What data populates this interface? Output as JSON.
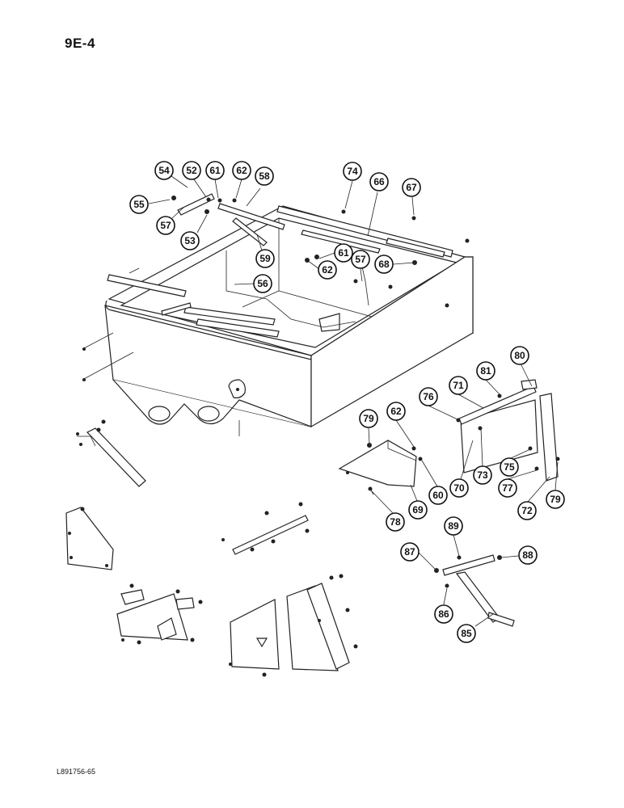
{
  "page": {
    "number": "9E-4",
    "reference": "L891756-65"
  },
  "callouts": [
    {
      "id": "c54",
      "text": "54"
    },
    {
      "id": "c52",
      "text": "52"
    },
    {
      "id": "c61a",
      "text": "61"
    },
    {
      "id": "c62a",
      "text": "62"
    },
    {
      "id": "c58",
      "text": "58"
    },
    {
      "id": "c55",
      "text": "55"
    },
    {
      "id": "c57a",
      "text": "57"
    },
    {
      "id": "c53",
      "text": "53"
    },
    {
      "id": "c59",
      "text": "59"
    },
    {
      "id": "c56",
      "text": "56"
    },
    {
      "id": "c74",
      "text": "74"
    },
    {
      "id": "c66",
      "text": "66"
    },
    {
      "id": "c67",
      "text": "67"
    },
    {
      "id": "c61b",
      "text": "61"
    },
    {
      "id": "c62b",
      "text": "62"
    },
    {
      "id": "c57b",
      "text": "57"
    },
    {
      "id": "c68",
      "text": "68"
    },
    {
      "id": "c80",
      "text": "80"
    },
    {
      "id": "c81",
      "text": "81"
    },
    {
      "id": "c71",
      "text": "71"
    },
    {
      "id": "c76",
      "text": "76"
    },
    {
      "id": "c79a",
      "text": "79"
    },
    {
      "id": "c62c",
      "text": "62"
    },
    {
      "id": "c75",
      "text": "75"
    },
    {
      "id": "c73",
      "text": "73"
    },
    {
      "id": "c70",
      "text": "70"
    },
    {
      "id": "c60",
      "text": "60"
    },
    {
      "id": "c77",
      "text": "77"
    },
    {
      "id": "c72",
      "text": "72"
    },
    {
      "id": "c79b",
      "text": "79"
    },
    {
      "id": "c78",
      "text": "78"
    },
    {
      "id": "c69",
      "text": "69"
    },
    {
      "id": "c89",
      "text": "89"
    },
    {
      "id": "c87",
      "text": "87"
    },
    {
      "id": "c88",
      "text": "88"
    },
    {
      "id": "c86",
      "text": "86"
    },
    {
      "id": "c85",
      "text": "85"
    }
  ]
}
